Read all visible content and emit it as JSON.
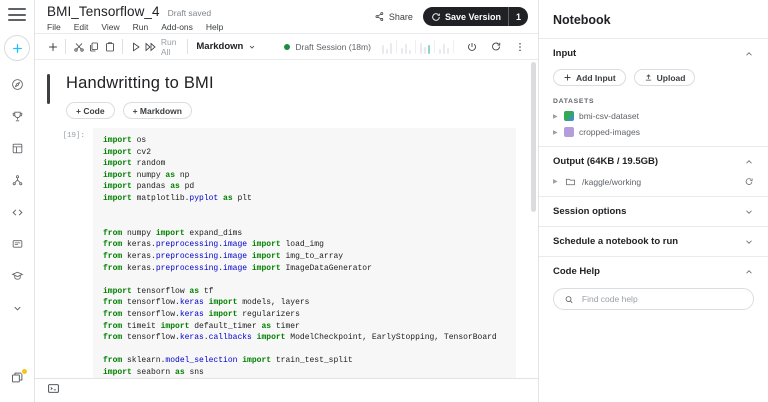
{
  "rail": {
    "menu_icon": "hamburger-icon",
    "create_label": "+",
    "items": [
      {
        "name": "compass-icon"
      },
      {
        "name": "trophy-icon"
      },
      {
        "name": "datasets-icon"
      },
      {
        "name": "models-icon"
      },
      {
        "name": "code-icon"
      },
      {
        "name": "discussions-icon"
      },
      {
        "name": "learn-icon"
      },
      {
        "name": "chevron-down-icon"
      }
    ],
    "bottom_icon": "windows-stack-icon"
  },
  "header": {
    "title": "BMI_Tensorflow_4",
    "save_state": "Draft saved",
    "menus": [
      "File",
      "Edit",
      "View",
      "Run",
      "Add-ons",
      "Help"
    ],
    "share_label": "Share",
    "save_version_label": "Save Version",
    "save_version_count": "1"
  },
  "toolbar": {
    "add_cell": "+",
    "cut": "cut-icon",
    "copy": "copy-icon",
    "paste": "paste-icon",
    "run": "run-icon",
    "run_all_icon": "run-all-icon",
    "run_all_label": "Run All",
    "cell_type": "Markdown",
    "session_label": "Draft Session (18m)",
    "power_icon": "power-icon",
    "refresh_icon": "refresh-icon",
    "more_icon": "kebab-menu-icon"
  },
  "notebook": {
    "markdown_heading": "Handwritting to BMI",
    "add_code_label": "+ Code",
    "add_markdown_label": "+ Markdown",
    "cell_prompt": "[19]:",
    "code_lines": [
      [
        {
          "t": "k",
          "v": "import"
        },
        {
          "t": "n",
          "v": " os"
        }
      ],
      [
        {
          "t": "k",
          "v": "import"
        },
        {
          "t": "n",
          "v": " cv2"
        }
      ],
      [
        {
          "t": "k",
          "v": "import"
        },
        {
          "t": "n",
          "v": " random"
        }
      ],
      [
        {
          "t": "k",
          "v": "import"
        },
        {
          "t": "n",
          "v": " numpy "
        },
        {
          "t": "k",
          "v": "as"
        },
        {
          "t": "n",
          "v": " np"
        }
      ],
      [
        {
          "t": "k",
          "v": "import"
        },
        {
          "t": "n",
          "v": " pandas "
        },
        {
          "t": "k",
          "v": "as"
        },
        {
          "t": "n",
          "v": " pd"
        }
      ],
      [
        {
          "t": "k",
          "v": "import"
        },
        {
          "t": "n",
          "v": " matplotlib."
        },
        {
          "t": "mod",
          "v": "pyplot"
        },
        {
          "t": "n",
          "v": " "
        },
        {
          "t": "k",
          "v": "as"
        },
        {
          "t": "n",
          "v": " plt"
        }
      ],
      [],
      [],
      [
        {
          "t": "k",
          "v": "from"
        },
        {
          "t": "n",
          "v": " numpy "
        },
        {
          "t": "k",
          "v": "import"
        },
        {
          "t": "n",
          "v": " expand_dims"
        }
      ],
      [
        {
          "t": "k",
          "v": "from"
        },
        {
          "t": "n",
          "v": " keras."
        },
        {
          "t": "mod",
          "v": "preprocessing"
        },
        {
          "t": "n",
          "v": "."
        },
        {
          "t": "mod",
          "v": "image"
        },
        {
          "t": "n",
          "v": " "
        },
        {
          "t": "k",
          "v": "import"
        },
        {
          "t": "n",
          "v": " load_img"
        }
      ],
      [
        {
          "t": "k",
          "v": "from"
        },
        {
          "t": "n",
          "v": " keras."
        },
        {
          "t": "mod",
          "v": "preprocessing"
        },
        {
          "t": "n",
          "v": "."
        },
        {
          "t": "mod",
          "v": "image"
        },
        {
          "t": "n",
          "v": " "
        },
        {
          "t": "k",
          "v": "import"
        },
        {
          "t": "n",
          "v": " img_to_array"
        }
      ],
      [
        {
          "t": "k",
          "v": "from"
        },
        {
          "t": "n",
          "v": " keras."
        },
        {
          "t": "mod",
          "v": "preprocessing"
        },
        {
          "t": "n",
          "v": "."
        },
        {
          "t": "mod",
          "v": "image"
        },
        {
          "t": "n",
          "v": " "
        },
        {
          "t": "k",
          "v": "import"
        },
        {
          "t": "n",
          "v": " ImageDataGenerator"
        }
      ],
      [],
      [
        {
          "t": "k",
          "v": "import"
        },
        {
          "t": "n",
          "v": " tensorflow "
        },
        {
          "t": "k",
          "v": "as"
        },
        {
          "t": "n",
          "v": " tf"
        }
      ],
      [
        {
          "t": "k",
          "v": "from"
        },
        {
          "t": "n",
          "v": " tensorflow."
        },
        {
          "t": "mod",
          "v": "keras"
        },
        {
          "t": "n",
          "v": " "
        },
        {
          "t": "k",
          "v": "import"
        },
        {
          "t": "n",
          "v": " models, layers"
        }
      ],
      [
        {
          "t": "k",
          "v": "from"
        },
        {
          "t": "n",
          "v": " tensorflow."
        },
        {
          "t": "mod",
          "v": "keras"
        },
        {
          "t": "n",
          "v": " "
        },
        {
          "t": "k",
          "v": "import"
        },
        {
          "t": "n",
          "v": " regularizers"
        }
      ],
      [
        {
          "t": "k",
          "v": "from"
        },
        {
          "t": "n",
          "v": " timeit "
        },
        {
          "t": "k",
          "v": "import"
        },
        {
          "t": "n",
          "v": " default_timer "
        },
        {
          "t": "k",
          "v": "as"
        },
        {
          "t": "n",
          "v": " timer"
        }
      ],
      [
        {
          "t": "k",
          "v": "from"
        },
        {
          "t": "n",
          "v": " tensorflow."
        },
        {
          "t": "mod",
          "v": "keras"
        },
        {
          "t": "n",
          "v": "."
        },
        {
          "t": "mod",
          "v": "callbacks"
        },
        {
          "t": "n",
          "v": " "
        },
        {
          "t": "k",
          "v": "import"
        },
        {
          "t": "n",
          "v": " ModelCheckpoint, EarlyStopping, TensorBoard"
        }
      ],
      [],
      [
        {
          "t": "k",
          "v": "from"
        },
        {
          "t": "n",
          "v": " sklearn."
        },
        {
          "t": "mod",
          "v": "model_selection"
        },
        {
          "t": "n",
          "v": " "
        },
        {
          "t": "k",
          "v": "import"
        },
        {
          "t": "n",
          "v": " train_test_split"
        }
      ],
      [
        {
          "t": "k",
          "v": "import"
        },
        {
          "t": "n",
          "v": " seaborn "
        },
        {
          "t": "k",
          "v": "as"
        },
        {
          "t": "n",
          "v": " sns"
        }
      ]
    ]
  },
  "panel": {
    "title": "Notebook",
    "input": {
      "title": "Input",
      "add_input_label": "Add Input",
      "upload_label": "Upload",
      "datasets_header": "DATASETS",
      "datasets": [
        {
          "label": "bmi-csv-dataset",
          "icon": "csv"
        },
        {
          "label": "cropped-images",
          "icon": "img"
        }
      ]
    },
    "output": {
      "title": "Output (64KB / 19.5GB)",
      "folder": "/kaggle/working"
    },
    "session_options": {
      "title": "Session options"
    },
    "schedule": {
      "title": "Schedule a notebook to run"
    },
    "code_help": {
      "title": "Code Help",
      "search_placeholder": "Find code help"
    }
  },
  "bottom": {
    "console_icon": "console-icon"
  }
}
